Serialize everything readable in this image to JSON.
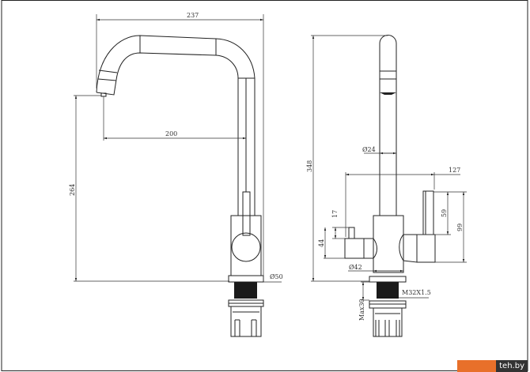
{
  "dimensions": {
    "side_width": "237",
    "spout_reach": "200",
    "spout_height": "264",
    "base_diameter": "Ø50",
    "total_height": "348",
    "spout_diameter": "Ø24",
    "handle_span": "127",
    "lever_length": "59",
    "lever_total": "99",
    "knob_height": "17",
    "knob_total": "44",
    "body_diameter": "Ø42",
    "thread": "M32X1.5",
    "max_thickness": "Max30"
  },
  "watermark": "teh.by",
  "colors": {
    "line": "#222222",
    "watermark_bg": "#e8702a"
  }
}
